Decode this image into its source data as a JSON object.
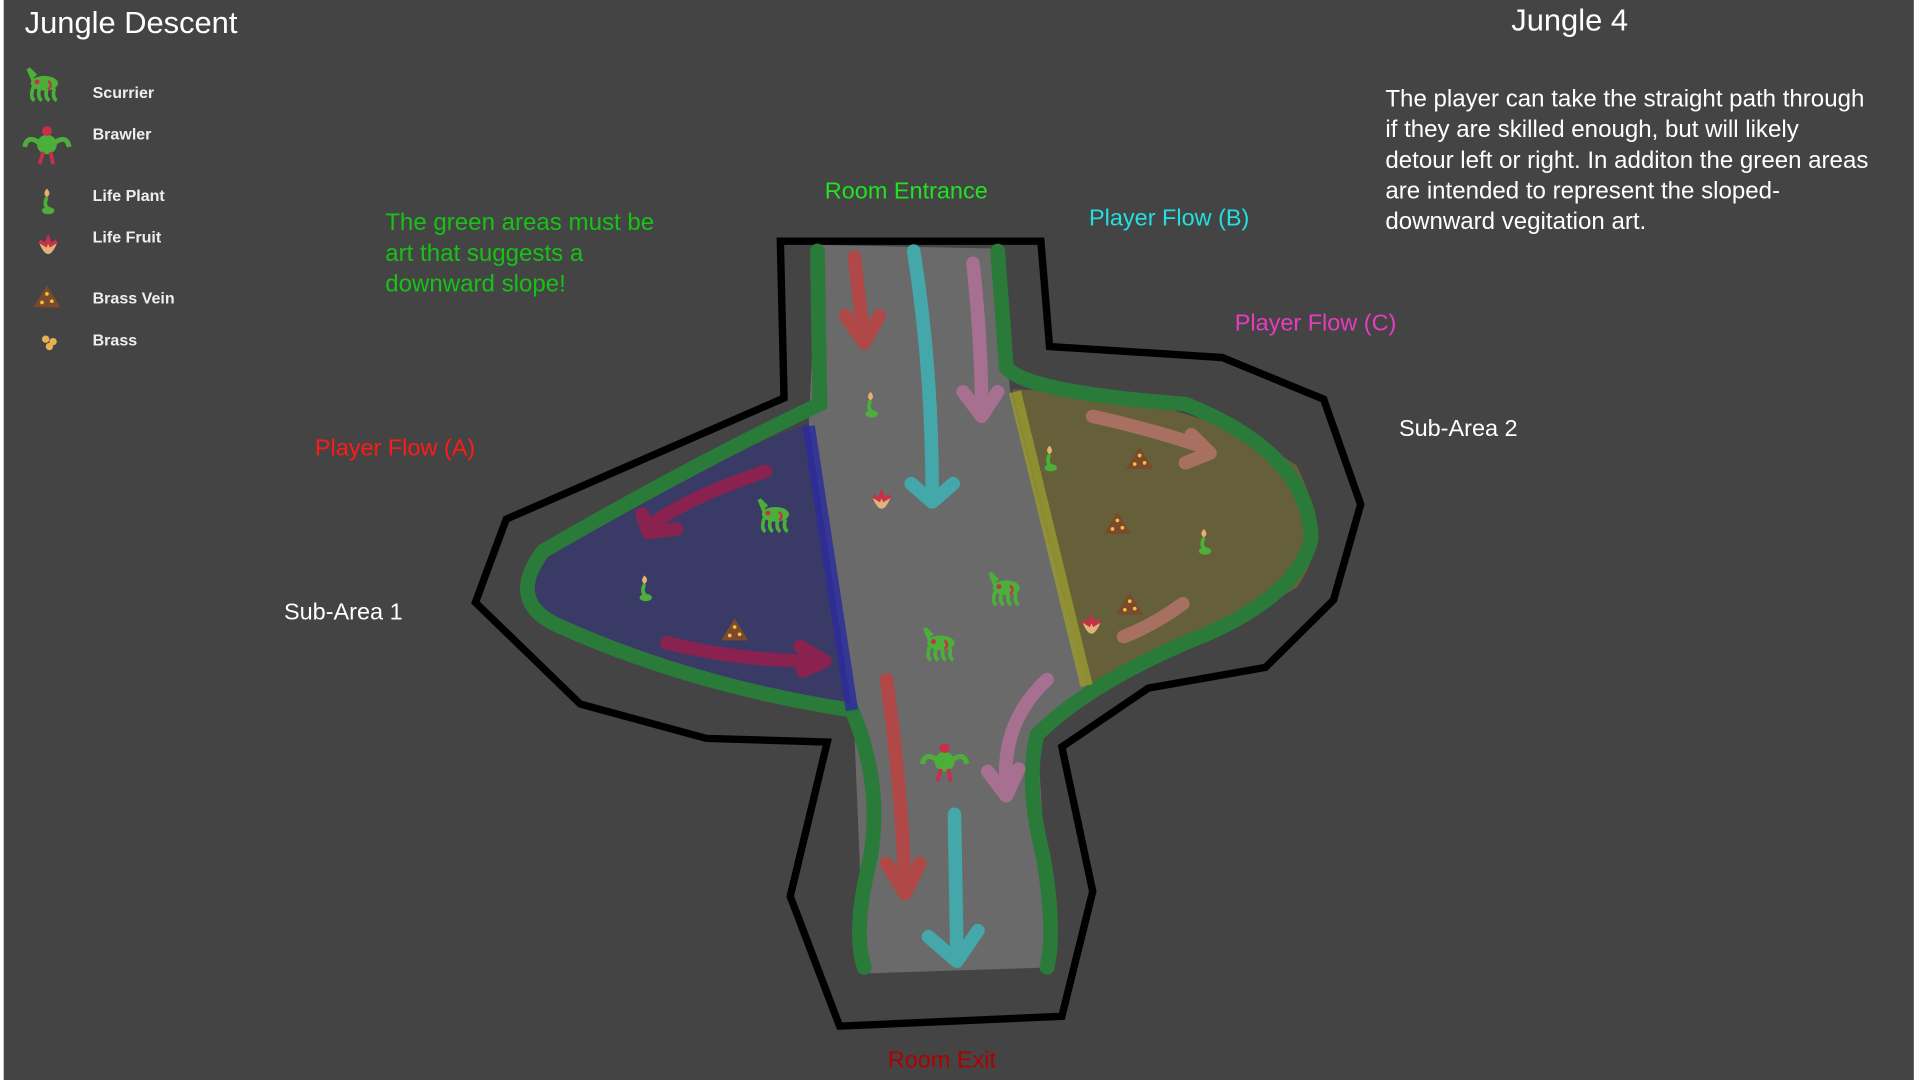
{
  "title": "Jungle Descent",
  "level_name": "Jungle 4",
  "legend": [
    {
      "label": "Scurrier",
      "icon": "scurrier-icon"
    },
    {
      "label": "Brawler",
      "icon": "brawler-icon"
    },
    {
      "label": "Life Plant",
      "icon": "life-plant-icon"
    },
    {
      "label": "Life Fruit",
      "icon": "life-fruit-icon"
    },
    {
      "label": "Brass Vein",
      "icon": "brass-vein-icon"
    },
    {
      "label": "Brass",
      "icon": "brass-icon"
    }
  ],
  "description": [
    "The player can take the straight path through",
    "if they are skilled enough, but will likely",
    "detour left or right. In additon the green areas",
    "are intended to represent the sloped-",
    "downward vegitation art."
  ],
  "green_note": [
    "The green areas must be",
    "art that suggests a",
    "downward slope!"
  ],
  "labels": {
    "room_entrance": "Room Entrance",
    "room_exit": "Room Exit",
    "flow_a": "Player Flow (A)",
    "flow_b": "Player Flow (B)",
    "flow_c": "Player Flow (C)",
    "sub_area_1": "Sub-Area 1",
    "sub_area_2": "Sub-Area 2"
  },
  "colors": {
    "background": "#444444",
    "flow_a": "#ff1a1a",
    "flow_b": "#22e0e0",
    "flow_c": "#e83cc0",
    "entrance": "#22e022",
    "exit": "#b00000",
    "note": "#18c018"
  }
}
